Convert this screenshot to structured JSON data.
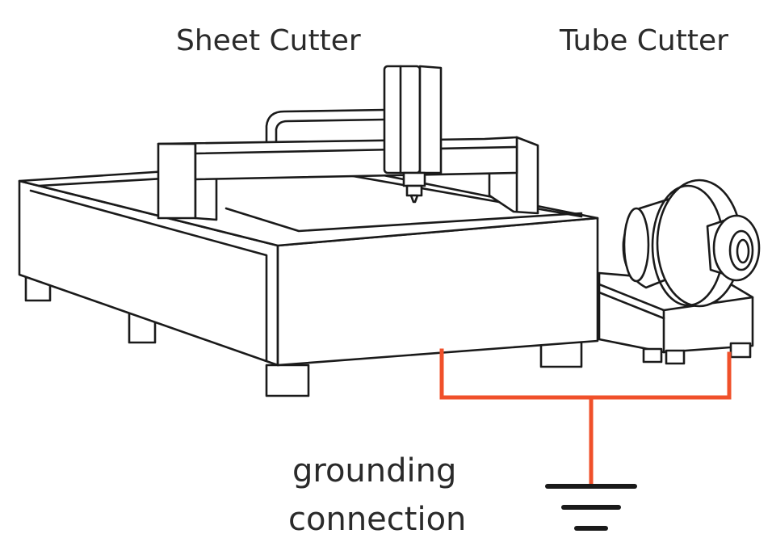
{
  "labels": {
    "sheet_cutter": "Sheet Cutter",
    "tube_cutter": "Tube Cutter",
    "grounding_line1": "grounding",
    "grounding_line2": "connection"
  },
  "colors": {
    "ground_wire": "#f0502a",
    "line": "#1a1a1a",
    "background": "#ffffff"
  }
}
